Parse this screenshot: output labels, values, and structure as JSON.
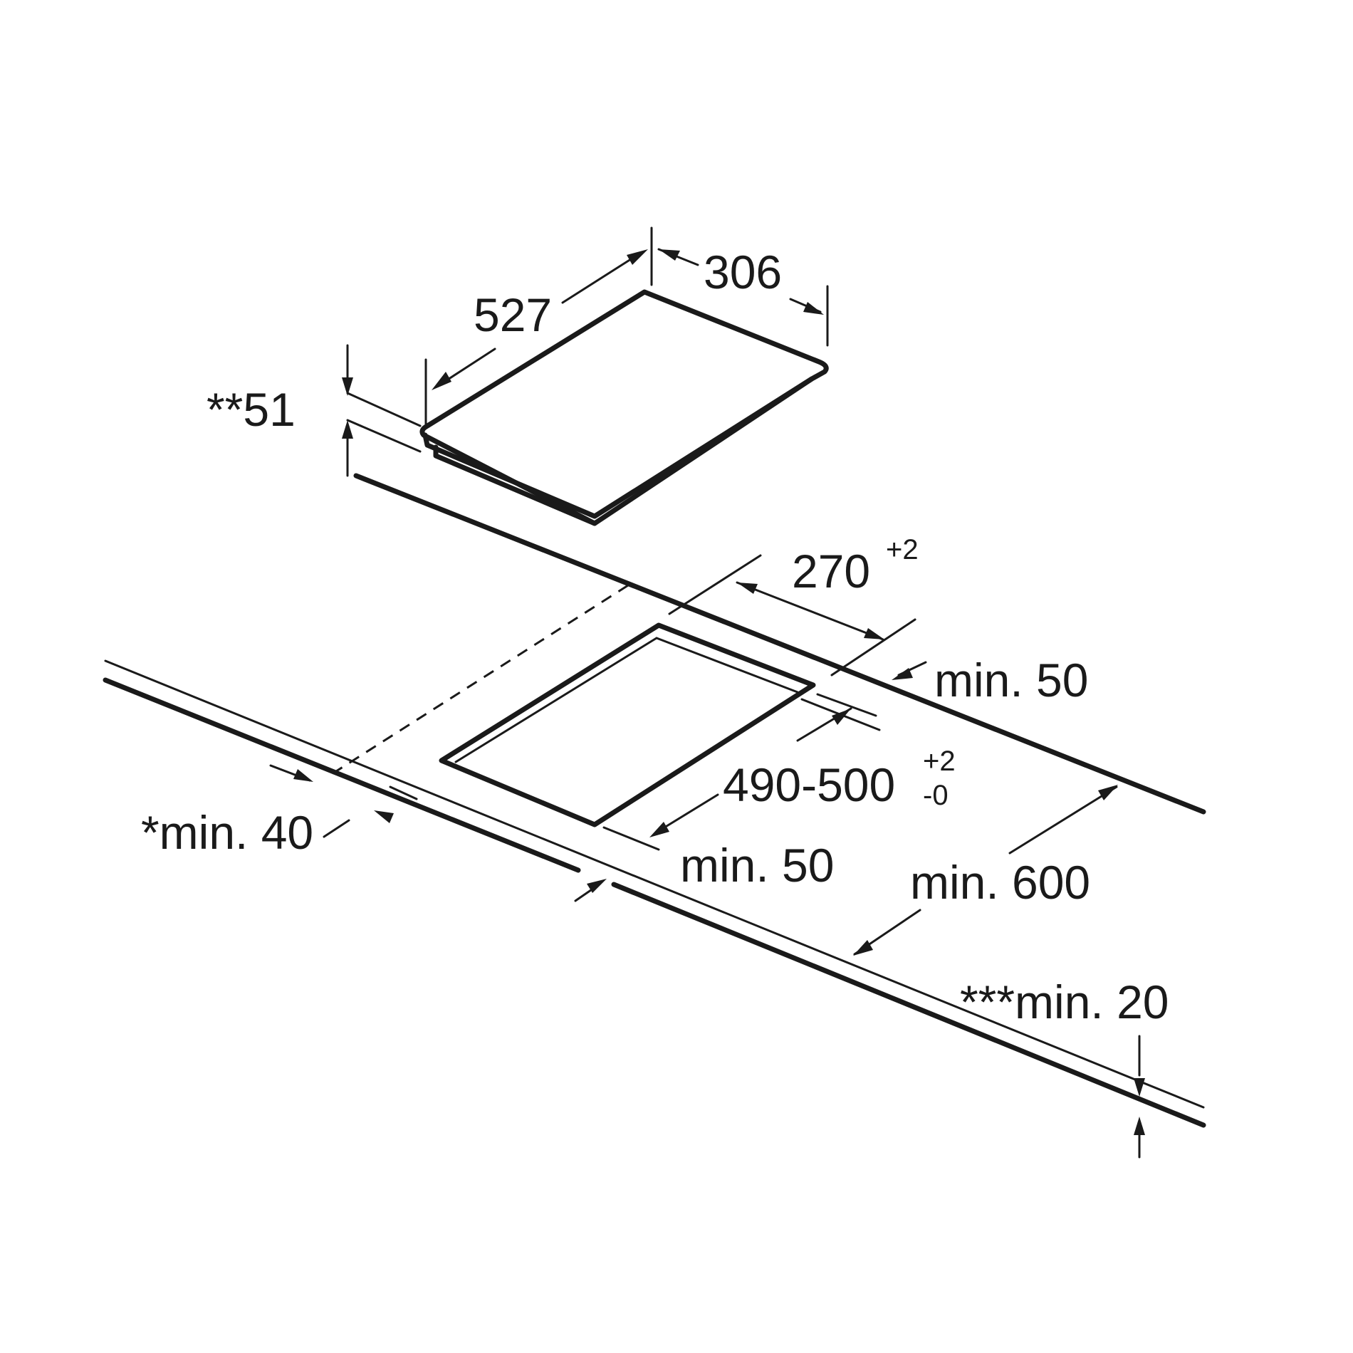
{
  "dimensions": {
    "hob_length": "527",
    "hob_width": "306",
    "hob_height": "**51",
    "cutout_depth": "270",
    "cutout_depth_tolerance": "+2",
    "cutout_width": "490-500",
    "cutout_width_tol_upper": "+2",
    "cutout_width_tol_lower": "-0",
    "rear_clearance": "min. 50",
    "front_clearance": "min. 50",
    "side_clearance": "*min. 40",
    "worktop_depth": "min. 600",
    "worktop_thickness": "***min. 20"
  }
}
